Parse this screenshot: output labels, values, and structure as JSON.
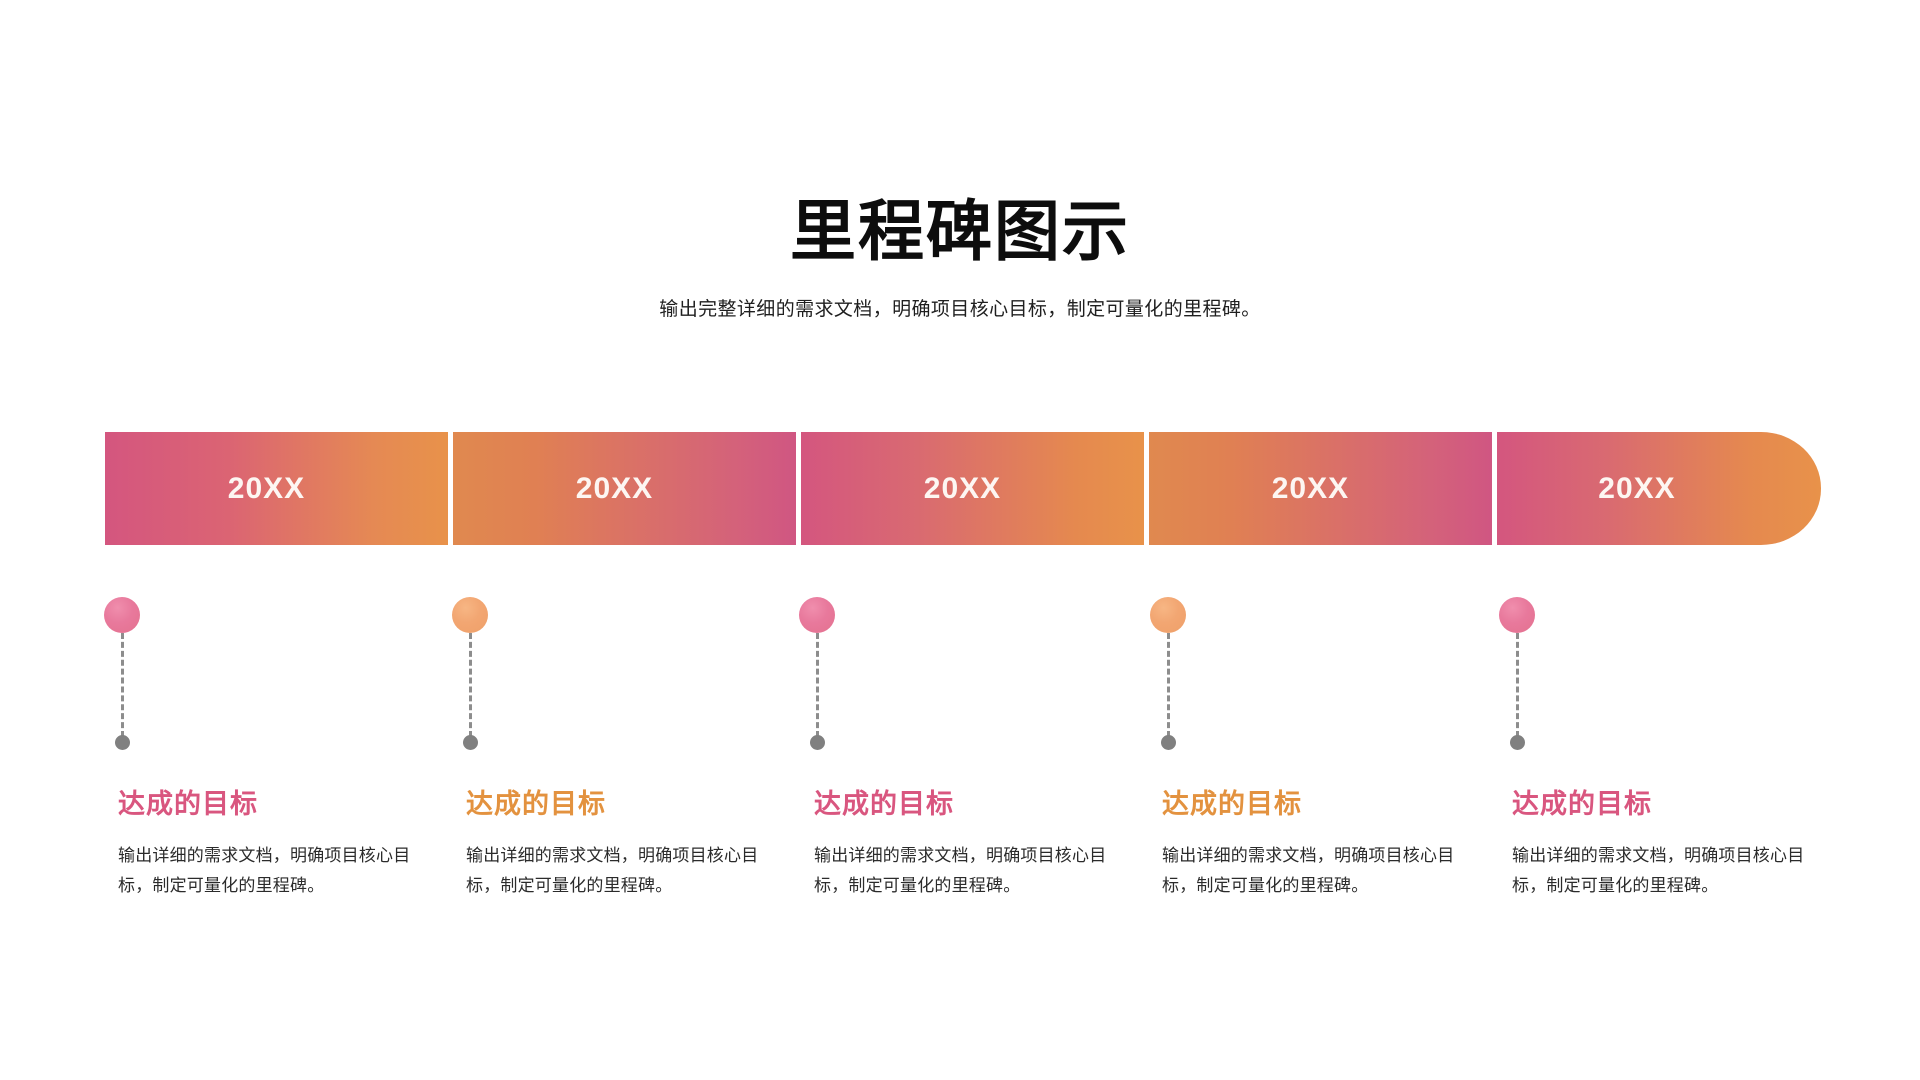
{
  "header": {
    "title": "里程碑图示",
    "subtitle": "输出完整详细的需求文档，明确项目核心目标，制定可量化的里程碑。"
  },
  "colors": {
    "pink": "#d4567f",
    "orange": "#e8924a",
    "marker_pink": "#e8799c",
    "marker_orange": "#f2a672",
    "title_pink": "#d9567f",
    "title_orange": "#e3923f",
    "stem": "#8d8d8d",
    "end_dot": "#808080",
    "background": "#ffffff"
  },
  "timeline": {
    "segments": [
      {
        "year": "20XX",
        "gradient": "pink-to-orange"
      },
      {
        "year": "20XX",
        "gradient": "orange-to-pink"
      },
      {
        "year": "20XX",
        "gradient": "pink-to-orange"
      },
      {
        "year": "20XX",
        "gradient": "orange-to-pink"
      },
      {
        "year": "20XX",
        "gradient": "pink-to-orange"
      }
    ]
  },
  "markers": [
    {
      "color": "pink"
    },
    {
      "color": "orange"
    },
    {
      "color": "pink"
    },
    {
      "color": "orange"
    },
    {
      "color": "pink"
    }
  ],
  "columns": [
    {
      "title": "达成的目标",
      "body": "输出详细的需求文档，明确项目核心目标，制定可量化的里程碑。",
      "accent": "pink"
    },
    {
      "title": "达成的目标",
      "body": "输出详细的需求文档，明确项目核心目标，制定可量化的里程碑。",
      "accent": "orange"
    },
    {
      "title": "达成的目标",
      "body": "输出详细的需求文档，明确项目核心目标，制定可量化的里程碑。",
      "accent": "pink"
    },
    {
      "title": "达成的目标",
      "body": "输出详细的需求文档，明确项目核心目标，制定可量化的里程碑。",
      "accent": "orange"
    },
    {
      "title": "达成的目标",
      "body": "输出详细的需求文档，明确项目核心目标，制定可量化的里程碑。",
      "accent": "pink"
    }
  ]
}
